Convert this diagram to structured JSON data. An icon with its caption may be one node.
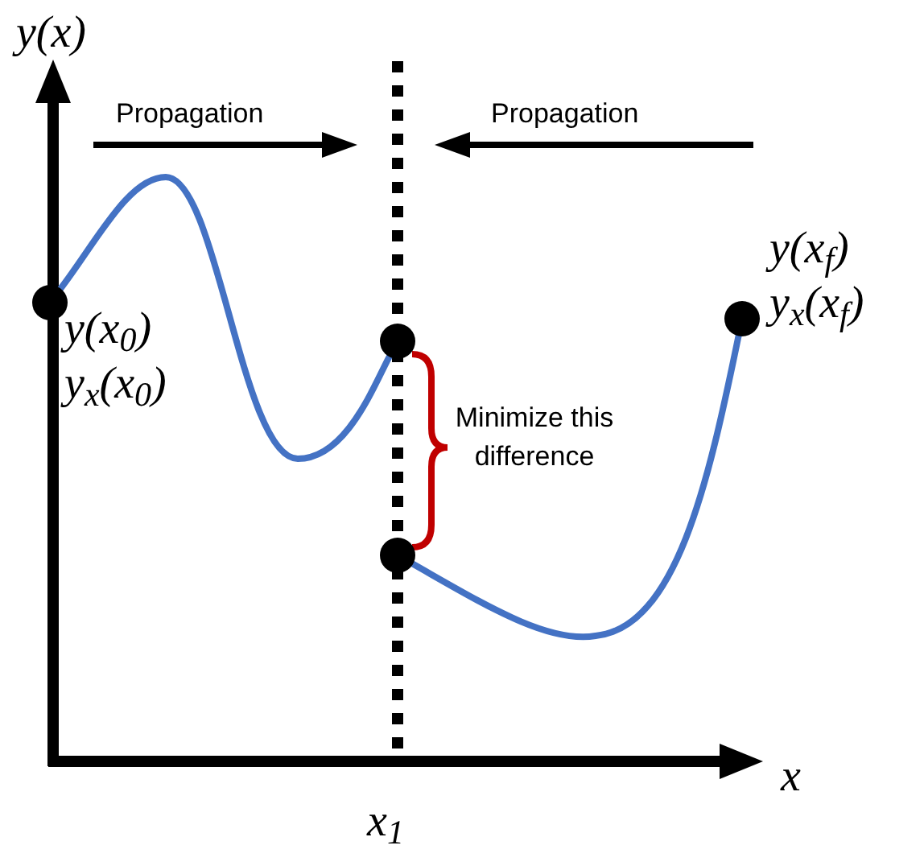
{
  "diagram": {
    "nodes": [
      {
        "text": [],
        "shape": "circle",
        "beside": [
          "y(x$_{0}$)",
          "y$_{x}$(x$_{0}$)"
        ]
      },
      {
        "text": [],
        "shape": "circle"
      },
      {
        "text": [],
        "shape": "circle"
      },
      {
        "text": [],
        "shape": "circle",
        "beside": [
          "y(x$_{f}$)",
          "y$_{x}$(x$_{f}$)"
        ]
      }
    ],
    "edges": [
      {
        "from": 0,
        "to": 1,
        "arrow": "none"
      },
      {
        "from": 2,
        "to": 3,
        "arrow": "none"
      }
    ],
    "labels": [
      "y(x)",
      "Propagation",
      "Propagation",
      "Minimize this difference",
      "x",
      "x$_{1}$"
    ]
  }
}
